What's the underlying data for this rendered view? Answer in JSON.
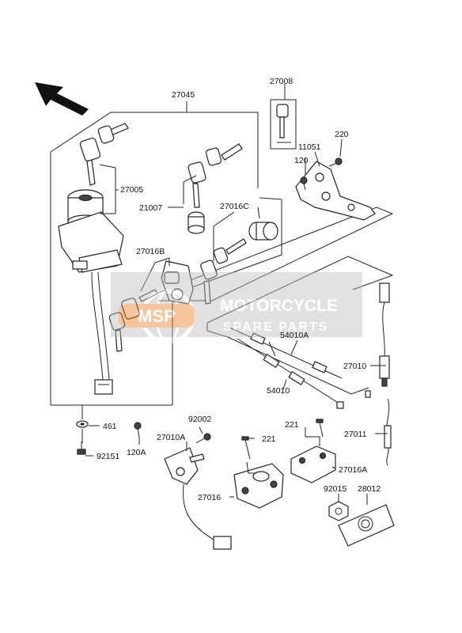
{
  "watermark": {
    "badge": "MSP",
    "line1": "MOTORCYCLE",
    "line2": "SPARE PARTS"
  },
  "parts": {
    "p27045": "27045",
    "p27008": "27008",
    "p220": "220",
    "p11051": "11051",
    "p120": "120",
    "p27005": "27005",
    "p21007": "21007",
    "p27016C": "27016C",
    "p27016B": "27016B",
    "p54010A": "54010A",
    "p27010": "27010",
    "p54010": "54010",
    "p461": "461",
    "p92151": "92151",
    "p120A": "120A",
    "p92002": "92002",
    "p27010A": "27010A",
    "p221a": "221",
    "p221b": "221",
    "p27011": "27011",
    "p27016A": "27016A",
    "p27016": "27016",
    "p92015": "92015",
    "p28012": "28012"
  }
}
